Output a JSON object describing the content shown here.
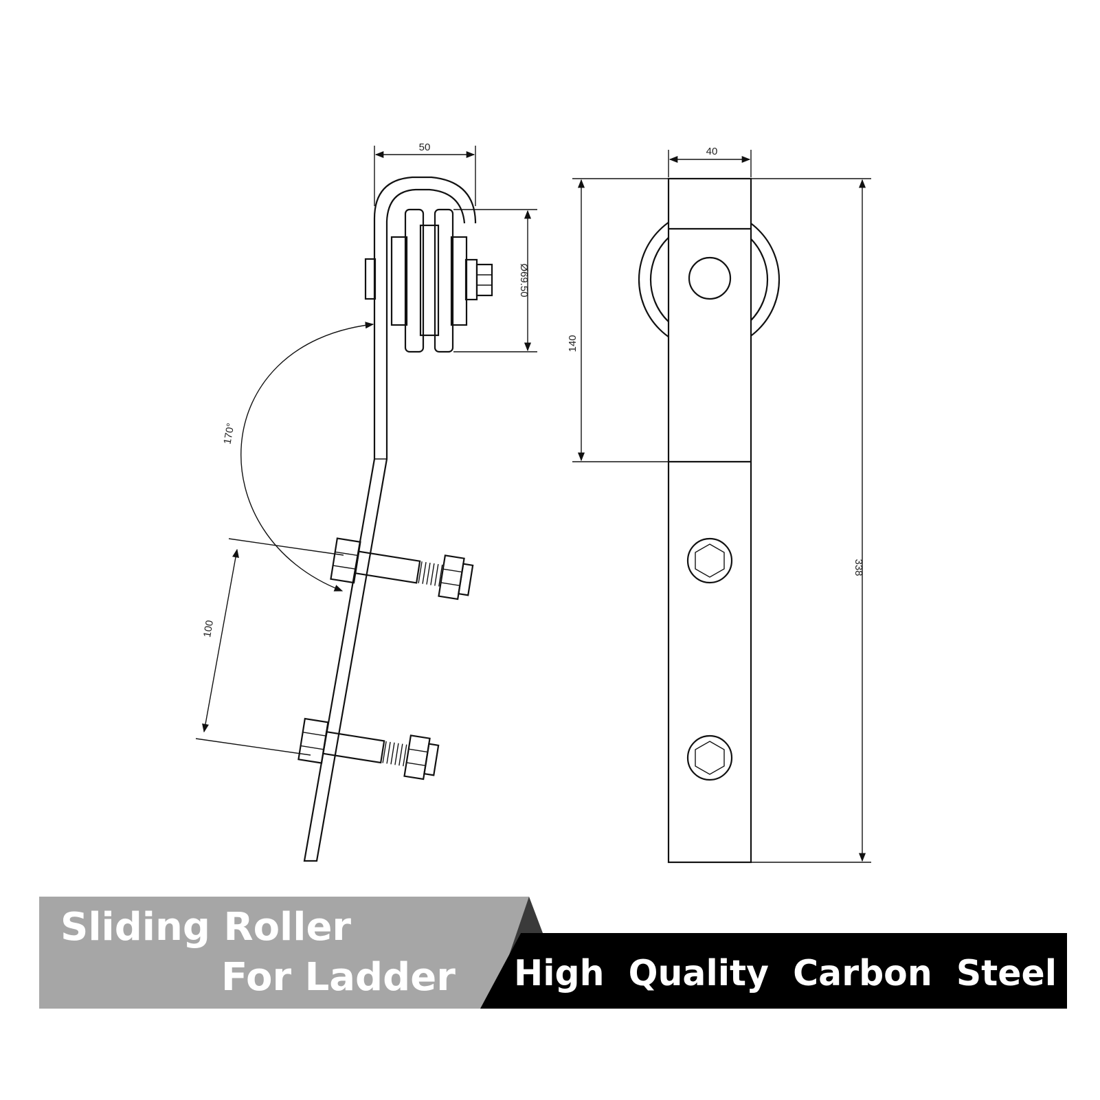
{
  "drawing": {
    "side_view": {
      "width_dim": "50",
      "wheel_diameter_dim": "Ø69.50",
      "angle_dim": "170°",
      "bolt_spacing_dim": "100"
    },
    "front_view": {
      "width_dim": "40",
      "upper_length_dim": "140",
      "total_length_dim": "338"
    }
  },
  "banner": {
    "line1": "Sliding Roller",
    "line2": "For Ladder",
    "tagline": "High  Quality  Carbon  Steel",
    "gray_color": "#a6a6a6",
    "black_color": "#000000"
  }
}
